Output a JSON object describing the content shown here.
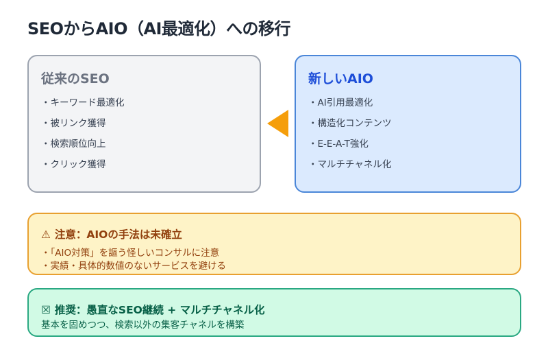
{
  "title": "SEOからAIO（AI最適化）への移行",
  "old_card": {
    "title": "従来のSEO",
    "items": [
      "・キーワード最適化",
      "・被リンク獲得",
      "・検索順位向上",
      "・クリック獲得"
    ]
  },
  "new_card": {
    "title": "新しいAIO",
    "items": [
      "・AI引用最適化",
      "・構造化コンテンツ",
      "・E-E-A-T強化",
      "・マルチチャネル化"
    ]
  },
  "arrow": {
    "icon": "arrow-left-icon",
    "color": "#f59e0b"
  },
  "warning": {
    "icon": "⚠",
    "title": "注意：AIOの手法は未確立",
    "lines": [
      "・「AIO対策」を謳う怪しいコンサルに注意",
      "・実績・具体的数値のないサービスを避ける"
    ]
  },
  "recommend": {
    "icon": "☒",
    "title": "推奨：愚直なSEO継続 + マルチチャネル化",
    "lines": [
      "基本を固めつつ、検索以外の集客チャネルを構築"
    ]
  },
  "colors": {
    "old_bg": "#f3f4f6",
    "old_border": "#9ca3af",
    "new_bg": "#dbeafe",
    "new_border": "#4a86d8",
    "warn_bg": "#fef3c7",
    "warn_border": "#e8a030",
    "ok_bg": "#d1fae5",
    "ok_border": "#2aa882"
  }
}
